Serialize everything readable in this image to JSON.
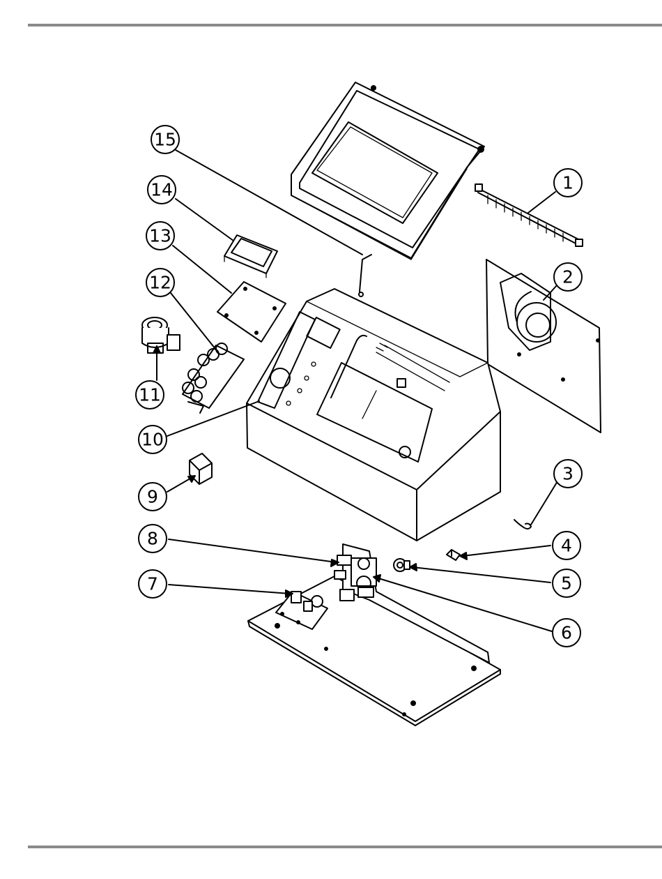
{
  "callouts": [
    {
      "id": "1",
      "label": "1"
    },
    {
      "id": "2",
      "label": "2"
    },
    {
      "id": "3",
      "label": "3"
    },
    {
      "id": "4",
      "label": "4"
    },
    {
      "id": "5",
      "label": "5"
    },
    {
      "id": "6",
      "label": "6"
    },
    {
      "id": "7",
      "label": "7"
    },
    {
      "id": "8",
      "label": "8"
    },
    {
      "id": "9",
      "label": "9"
    },
    {
      "id": "10",
      "label": "10"
    },
    {
      "id": "11",
      "label": "11"
    },
    {
      "id": "12",
      "label": "12"
    },
    {
      "id": "13",
      "label": "13"
    },
    {
      "id": "14",
      "label": "14"
    },
    {
      "id": "15",
      "label": "15"
    }
  ],
  "colors": {
    "rule": "#8a8a8a",
    "line": "#000000"
  }
}
